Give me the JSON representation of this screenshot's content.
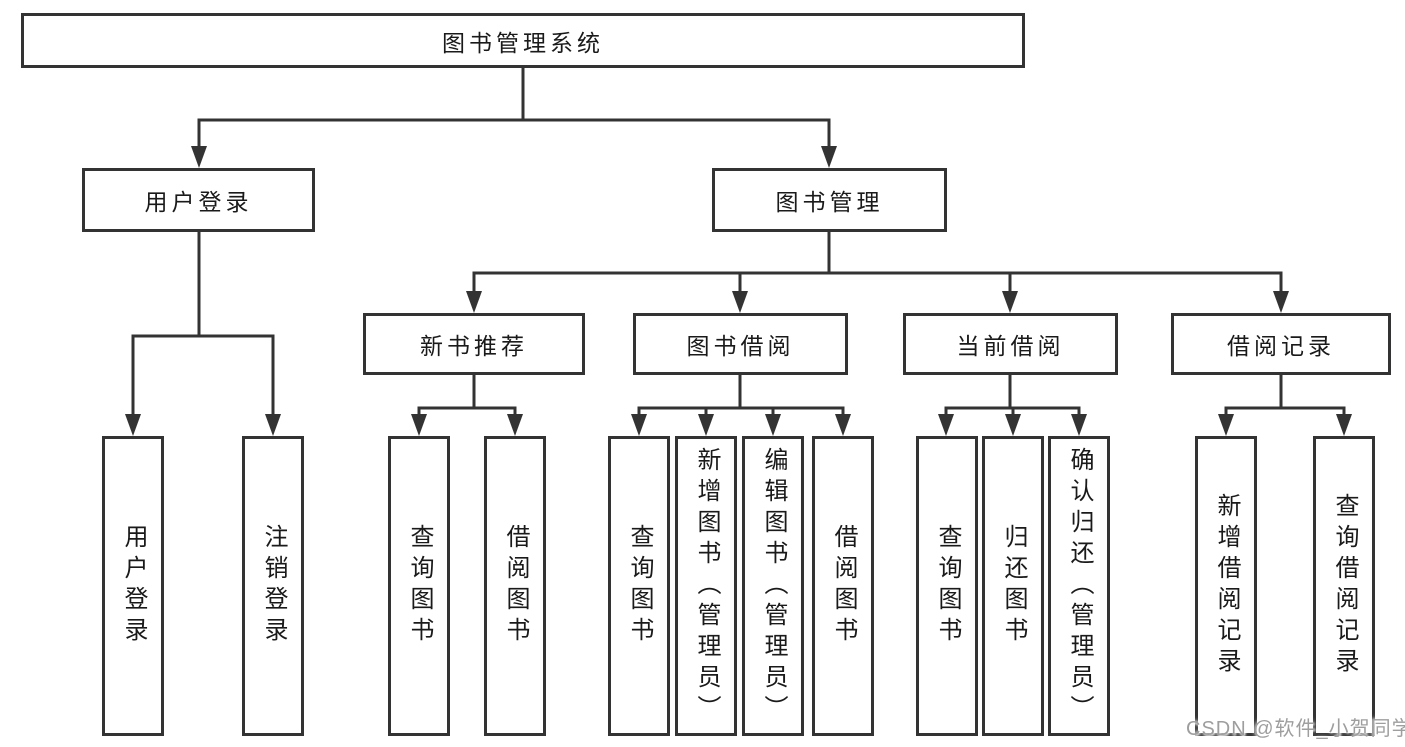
{
  "tree": {
    "root": {
      "label": "图书管理系统",
      "children": [
        {
          "label": "用户登录",
          "children": [
            {
              "label": "用户登录"
            },
            {
              "label": "注销登录"
            }
          ]
        },
        {
          "label": "图书管理",
          "children": [
            {
              "label": "新书推荐",
              "children": [
                {
                  "label": "查询图书"
                },
                {
                  "label": "借阅图书"
                }
              ]
            },
            {
              "label": "图书借阅",
              "children": [
                {
                  "label": "查询图书"
                },
                {
                  "label": "新增图书（管理员）"
                },
                {
                  "label": "编辑图书（管理员）"
                },
                {
                  "label": "借阅图书"
                }
              ]
            },
            {
              "label": "当前借阅",
              "children": [
                {
                  "label": "查询图书"
                },
                {
                  "label": "归还图书"
                },
                {
                  "label": "确认归还（管理员）"
                }
              ]
            },
            {
              "label": "借阅记录",
              "children": [
                {
                  "label": "新增借阅记录"
                },
                {
                  "label": "查询借阅记录"
                }
              ]
            }
          ]
        }
      ]
    }
  },
  "watermark": {
    "text": "CSDN @软件_小贺同学"
  },
  "colors": {
    "line": "#333333",
    "text": "#1a1a1a",
    "box_background": "#ffffff",
    "page_background": "#ffffff",
    "watermark": "#9e9e9e"
  }
}
